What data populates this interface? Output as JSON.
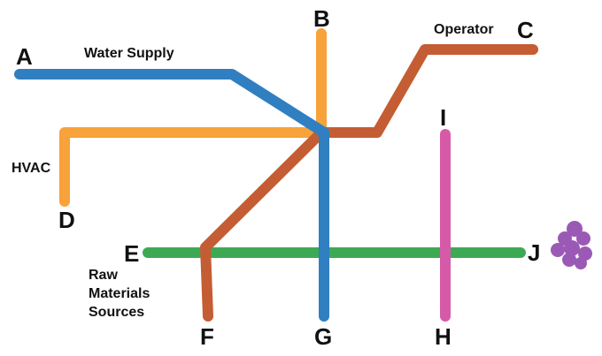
{
  "colors": {
    "blue": "#2f7fc1",
    "orange": "#f7a23a",
    "rust": "#c45d33",
    "green": "#3daa53",
    "magenta": "#d65aa8",
    "purple": "#9b59b6"
  },
  "nodes": {
    "A": "A",
    "B": "B",
    "C": "C",
    "D": "D",
    "E": "E",
    "F": "F",
    "G": "G",
    "H": "H",
    "I": "I",
    "J": "J"
  },
  "labels": {
    "water_supply": "Water Supply",
    "operator": "Operator",
    "hvac": "HVAC",
    "raw_materials": "Raw\nMaterials\nSources"
  },
  "icons": {
    "cluster": "purple-particle-cluster-icon"
  }
}
